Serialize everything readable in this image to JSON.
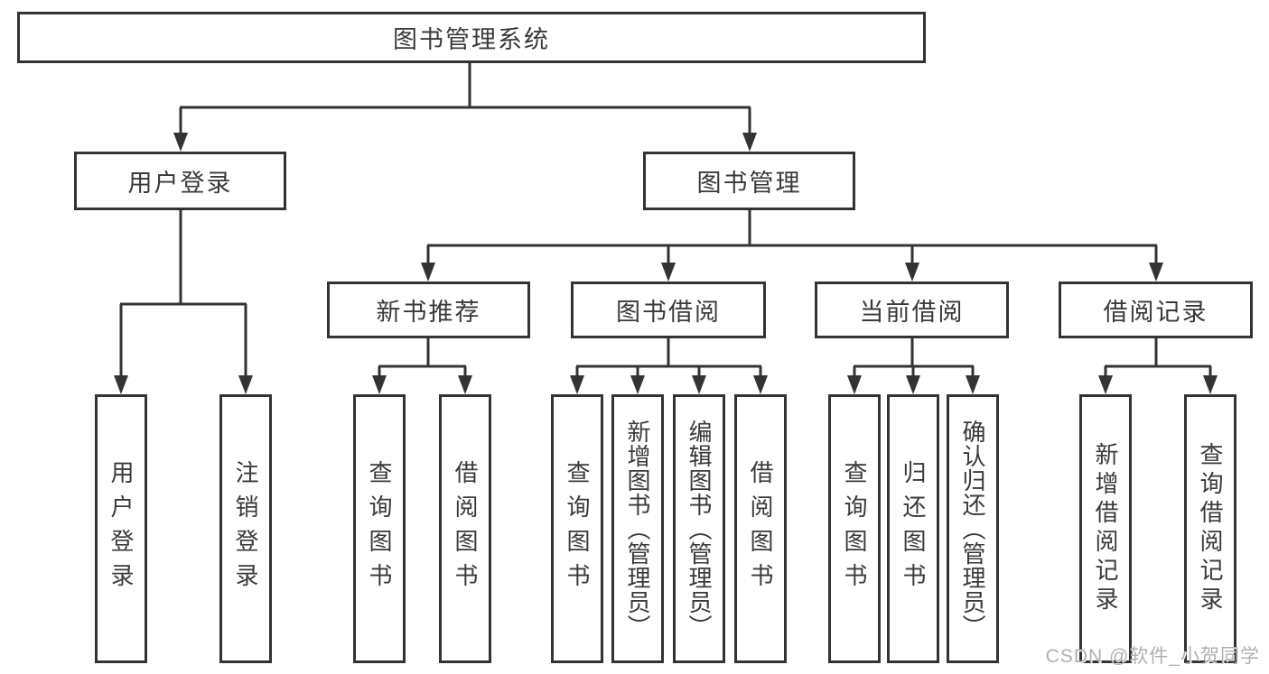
{
  "nodes": {
    "root": {
      "label": "图书管理系统"
    },
    "login_group": {
      "label": "用户登录"
    },
    "book_mgmt": {
      "label": "图书管理"
    },
    "new_book": {
      "label": "新书推荐"
    },
    "book_borrow": {
      "label": "图书借阅"
    },
    "current_borrow": {
      "label": "当前借阅"
    },
    "borrow_records": {
      "label": "借阅记录"
    },
    "user_login": {
      "label": "用户登录"
    },
    "logout_login": {
      "label": "注销登录"
    },
    "newbook_query": {
      "label": "查询图书"
    },
    "newbook_borrow": {
      "label": "借阅图书"
    },
    "borrow_query": {
      "label": "查询图书"
    },
    "borrow_add": {
      "label": "新增图书（管理员）"
    },
    "borrow_edit": {
      "label": "编辑图书（管理员）"
    },
    "borrow_borrow": {
      "label": "借阅图书"
    },
    "current_query": {
      "label": "查询图书"
    },
    "current_return": {
      "label": "归还图书"
    },
    "current_confirm": {
      "label": "确认归还（管理员）"
    },
    "records_add": {
      "label": "新增借阅记录"
    },
    "records_query": {
      "label": "查询借阅记录"
    }
  },
  "watermark": {
    "text": "CSDN @软件_小贺同学"
  },
  "colors": {
    "line": "#333333",
    "text": "#3a3a3a",
    "box_background": "#ffffff",
    "page_background": "#ffffff",
    "watermark": "#b0b0b0"
  }
}
